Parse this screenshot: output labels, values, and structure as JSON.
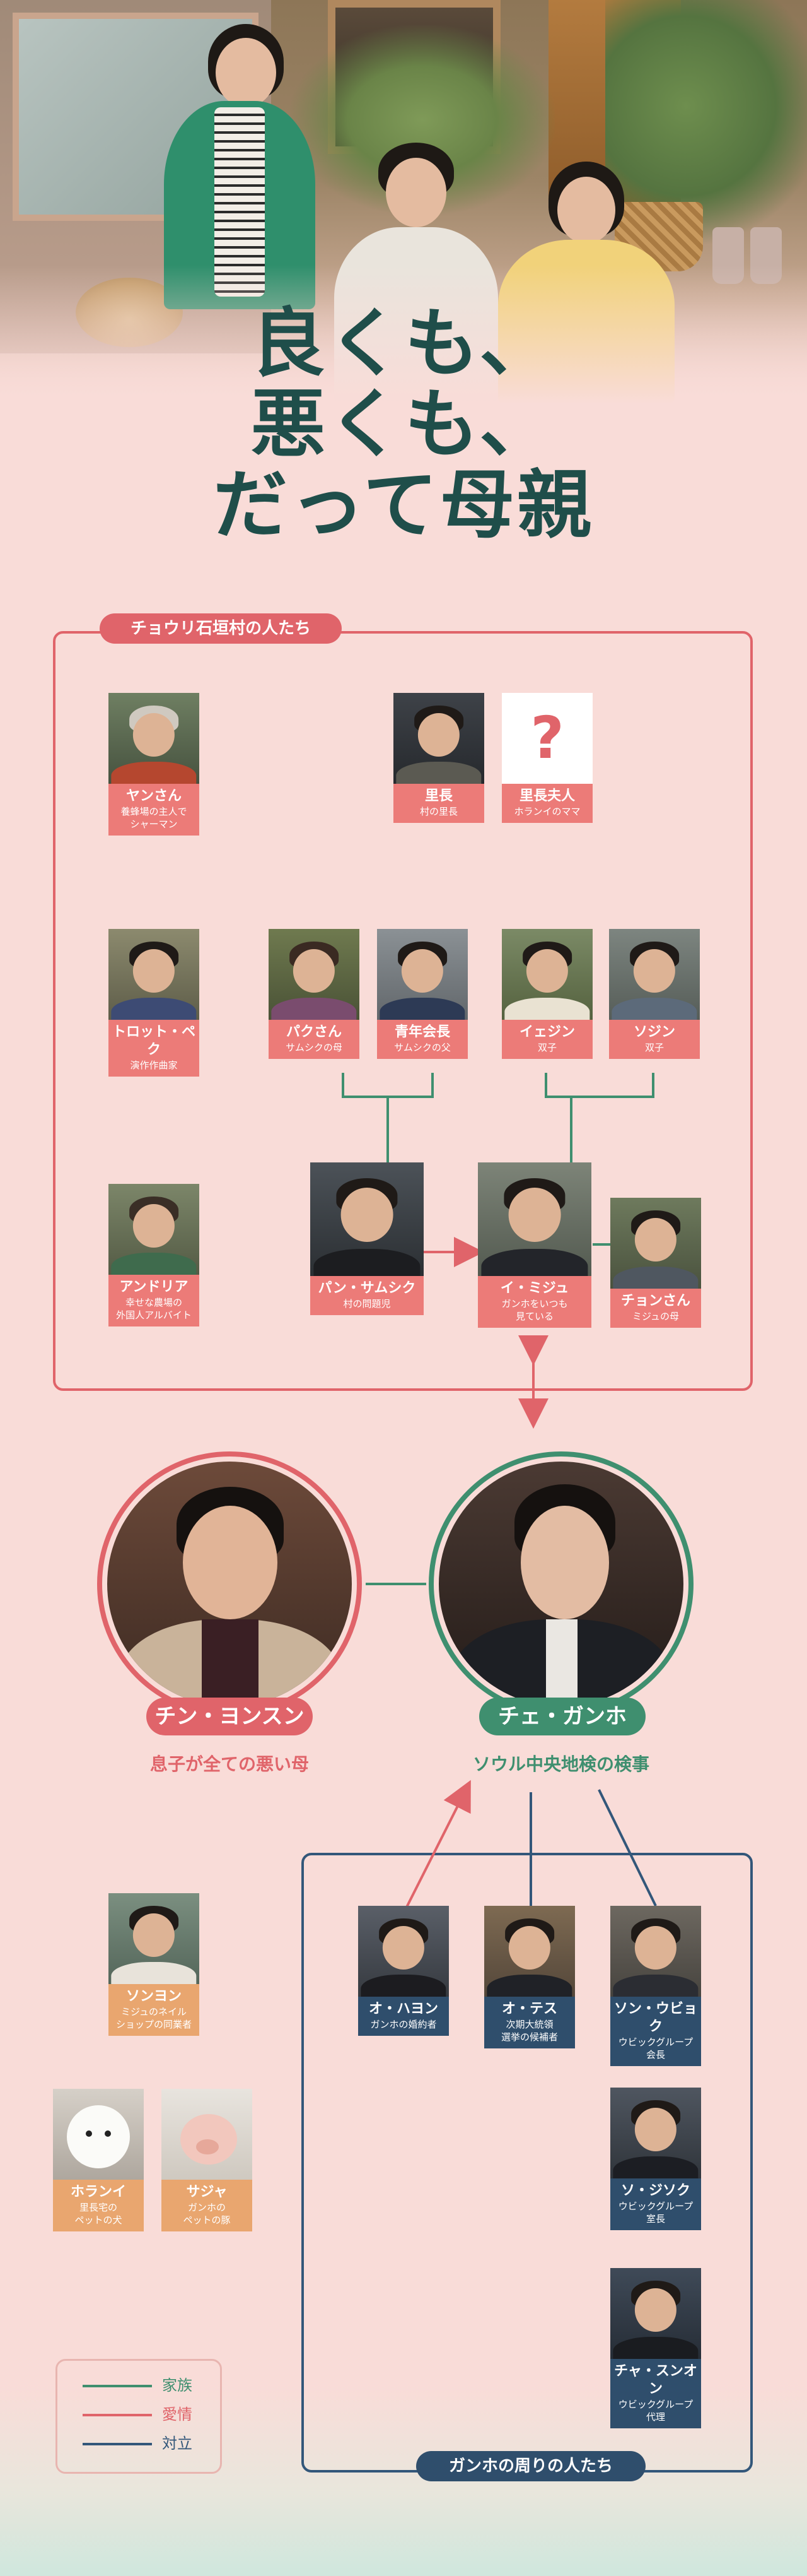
{
  "title": {
    "line1": "良くも、",
    "line2": "悪くも、",
    "line3": "だって母親"
  },
  "colors": {
    "family": "#3f8f6f",
    "love": "#e0646a",
    "conflict": "#33577a",
    "title": "#1f4e4a"
  },
  "groups": {
    "village": "チョウリ石垣村の人たち",
    "ganho_circle": "ガンホの周りの人たち"
  },
  "village": {
    "yan": {
      "name": "ヤンさん",
      "role": "養蜂場の主人で\nシャーマン"
    },
    "richo": {
      "name": "里長",
      "role": "村の里長"
    },
    "richo_wife": {
      "name": "里長夫人",
      "role": "ホランイのママ",
      "photo": "?"
    },
    "trot": {
      "name": "トロット・ペク",
      "role": "演作作曲家"
    },
    "park": {
      "name": "パクさん",
      "role": "サムシクの母"
    },
    "seinen": {
      "name": "青年会長",
      "role": "サムシクの父"
    },
    "yejin": {
      "name": "イェジン",
      "role": "双子"
    },
    "sojin": {
      "name": "ソジン",
      "role": "双子"
    },
    "andria": {
      "name": "アンドリア",
      "role": "幸せな農場の\n外国人アルバイト"
    },
    "samsik": {
      "name": "パン・サムシク",
      "role": "村の問題児"
    },
    "miju": {
      "name": "イ・ミジュ",
      "role": "ガンホをいつも\n見ている"
    },
    "chong": {
      "name": "チョンさん",
      "role": "ミジュの母"
    }
  },
  "main": {
    "mother": {
      "name": "チン・ヨンスン",
      "role": "息子が全ての悪い母"
    },
    "son": {
      "name": "チェ・ガンホ",
      "role": "ソウル中央地検の検事"
    }
  },
  "others": {
    "sonyon": {
      "name": "ソンヨン",
      "role": "ミジュのネイル\nショップの同業者"
    },
    "horani": {
      "name": "ホランイ",
      "role": "里長宅の\nペットの犬"
    },
    "saja": {
      "name": "サジャ",
      "role": "ガンホの\nペットの豚"
    }
  },
  "ganho_people": {
    "ohayon": {
      "name": "オ・ハヨン",
      "role": "ガンホの婚約者"
    },
    "otesu": {
      "name": "オ・テス",
      "role": "次期大統領\n選挙の候補者"
    },
    "uibyok": {
      "name": "ソン・ウビョク",
      "role": "ウビックグループ\n会長"
    },
    "jisok": {
      "name": "ソ・ジソク",
      "role": "ウビックグループ\n室長"
    },
    "suon": {
      "name": "チャ・スンオン",
      "role": "ウビックグループ\n代理"
    }
  },
  "legend": {
    "family": "家族",
    "love": "愛情",
    "conflict": "対立"
  }
}
